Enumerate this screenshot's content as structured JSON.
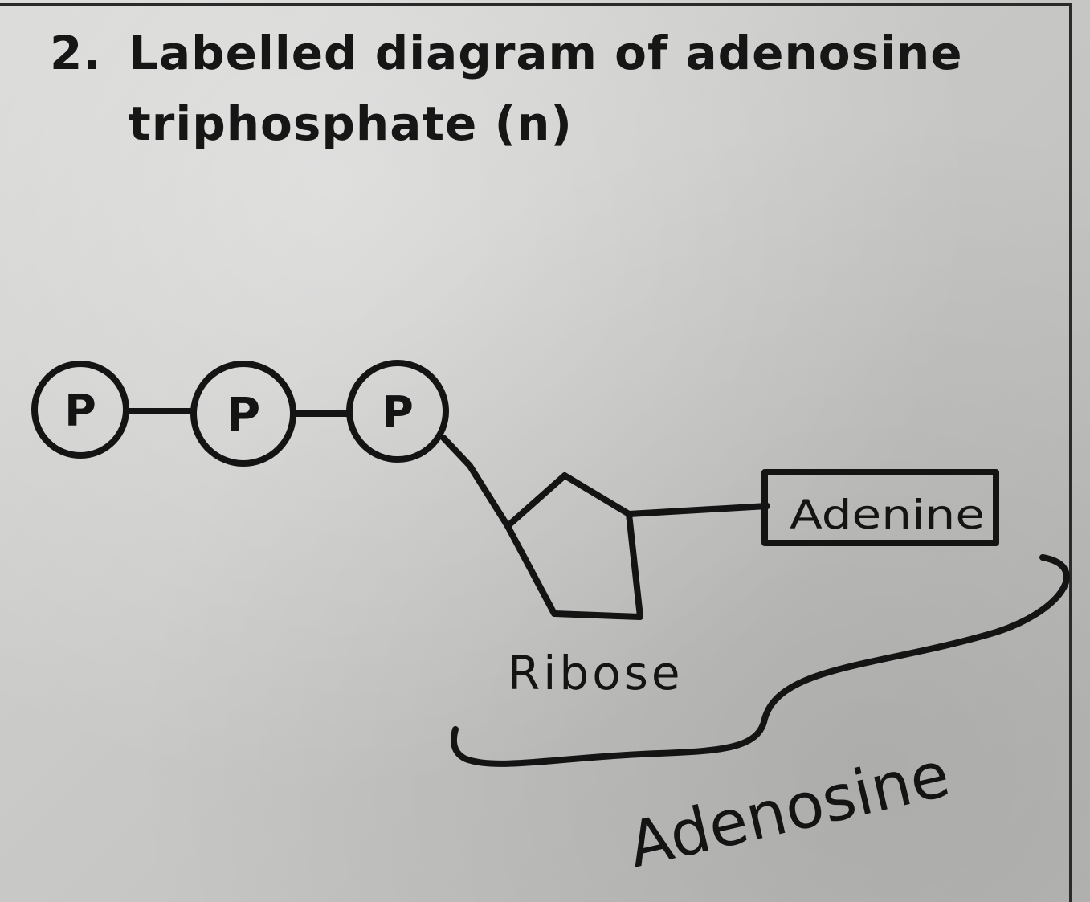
{
  "heading": {
    "number": "2.",
    "line1": "Labelled diagram of adenosine",
    "line2": "triphosphate (n)"
  },
  "diagram": {
    "phosphate_label": "P",
    "phosphate_count": 3,
    "ribose_label": "Ribose",
    "adenine_label": "Adenine",
    "adenosine_label": "Adenosine"
  },
  "colors": {
    "ink": "#141414",
    "paper": "#c9c9c7"
  }
}
